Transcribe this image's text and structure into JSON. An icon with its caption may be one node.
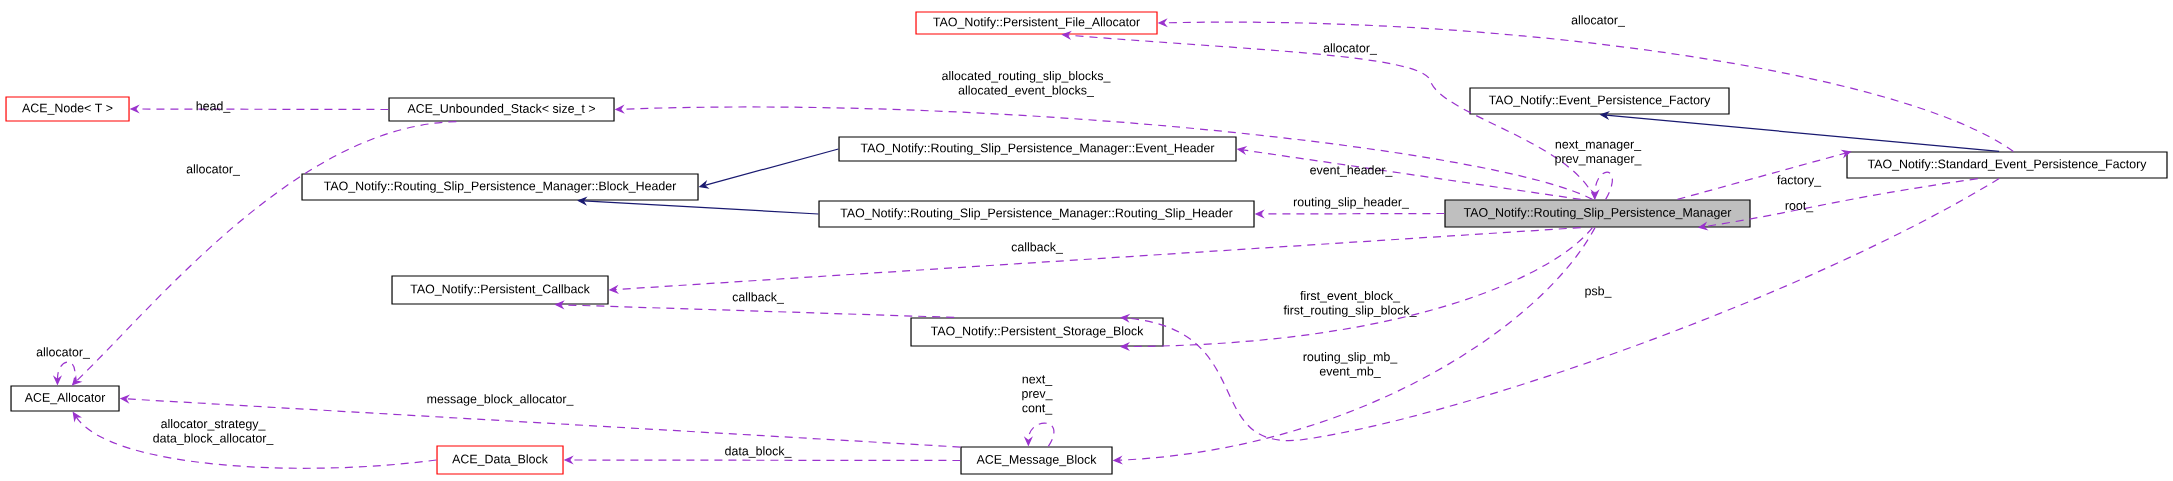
{
  "diagram": {
    "nodes": [
      {
        "text": [
          "TAO_Notify::Persistent_File_Allocator"
        ]
      },
      {
        "text": [
          "ACE_Node< T >"
        ]
      },
      {
        "text": [
          "ACE_Unbounded_Stack< size_t >"
        ]
      },
      {
        "text": [
          "TAO_Notify::Event_Persistence_Factory"
        ]
      },
      {
        "text": [
          "TAO_Notify::Routing_Slip_Persistence_Manager::Block_Header"
        ]
      },
      {
        "text": [
          "TAO_Notify::Routing_Slip_Persistence_Manager::Event_Header"
        ]
      },
      {
        "text": [
          "TAO_Notify::Standard_Event_Persistence_Factory"
        ]
      },
      {
        "text": [
          "TAO_Notify::Routing_Slip_Persistence_Manager::Routing_Slip_Header"
        ]
      },
      {
        "text": [
          "TAO_Notify::Routing_Slip_Persistence_Manager"
        ]
      },
      {
        "text": [
          "TAO_Notify::Persistent_Callback"
        ]
      },
      {
        "text": [
          "TAO_Notify::Persistent_Storage_Block"
        ]
      },
      {
        "text": [
          "ACE_Allocator"
        ]
      },
      {
        "text": [
          "ACE_Message_Block"
        ]
      },
      {
        "text": [
          "ACE_Data_Block"
        ]
      }
    ],
    "edges": [
      {
        "from": 2,
        "to": 1,
        "arrow": "to",
        "label": "head_",
        "style": "dashed"
      },
      {
        "from": 2,
        "to": 11,
        "arrow": "to",
        "label": "allocator_",
        "style": "dashed"
      },
      {
        "from": 11,
        "to": 11,
        "arrow": "to",
        "label": "allocator_",
        "style": "dashed"
      },
      {
        "from": 8,
        "to": 0,
        "arrow": "to",
        "label": "allocator_",
        "style": "dashed"
      },
      {
        "from": 6,
        "to": 0,
        "arrow": "to",
        "label": "allocator_",
        "style": "dashed"
      },
      {
        "from": 8,
        "to": 2,
        "arrow": "to",
        "label": "allocated_routing_slip_blocks_ allocated_event_blocks_",
        "style": "dashed"
      },
      {
        "from": 6,
        "to": 3,
        "arrow": "to",
        "color": "#191970"
      },
      {
        "from": 5,
        "to": 4,
        "arrow": "to",
        "color": "#191970"
      },
      {
        "from": 7,
        "to": 4,
        "arrow": "to",
        "color": "#191970"
      },
      {
        "from": 8,
        "to": 5,
        "arrow": "to",
        "label": "event_header_",
        "style": "dashed"
      },
      {
        "from": 8,
        "to": 8,
        "arrow": "to",
        "label": "next_manager_ prev_manager_",
        "style": "dashed"
      },
      {
        "from": 8,
        "to": 6,
        "arrow": "to",
        "label": "factory_",
        "style": "dashed"
      },
      {
        "from": 6,
        "to": 8,
        "arrow": "to",
        "label": "root_",
        "style": "dashed"
      },
      {
        "from": 8,
        "to": 7,
        "arrow": "to",
        "label": "routing_slip_header_",
        "style": "dashed"
      },
      {
        "from": 8,
        "to": 9,
        "arrow": "to",
        "label": "callback_",
        "style": "dashed"
      },
      {
        "from": 10,
        "to": 9,
        "arrow": "to",
        "label": "callback_",
        "style": "dashed"
      },
      {
        "from": 8,
        "to": 10,
        "arrow": "to",
        "label": "first_event_block_ first_routing_slip_block_",
        "style": "dashed"
      },
      {
        "from": 6,
        "to": 10,
        "arrow": "to",
        "label": "psb_",
        "style": "dashed"
      },
      {
        "from": 8,
        "to": 12,
        "arrow": "to",
        "label": "routing_slip_mb_ event_mb_",
        "style": "dashed"
      },
      {
        "from": 12,
        "to": 12,
        "arrow": "to",
        "label": "next_ prev_ cont_",
        "style": "dashed"
      },
      {
        "from": 12,
        "to": 11,
        "arrow": "to",
        "label": "message_block_allocator_",
        "style": "dashed"
      },
      {
        "from": 12,
        "to": 13,
        "arrow": "to",
        "label": "data_block_",
        "style": "dashed"
      },
      {
        "from": 13,
        "to": 11,
        "arrow": "to",
        "label": "allocator_strategy_ data_block_allocator_",
        "style": "dashed"
      }
    ]
  }
}
